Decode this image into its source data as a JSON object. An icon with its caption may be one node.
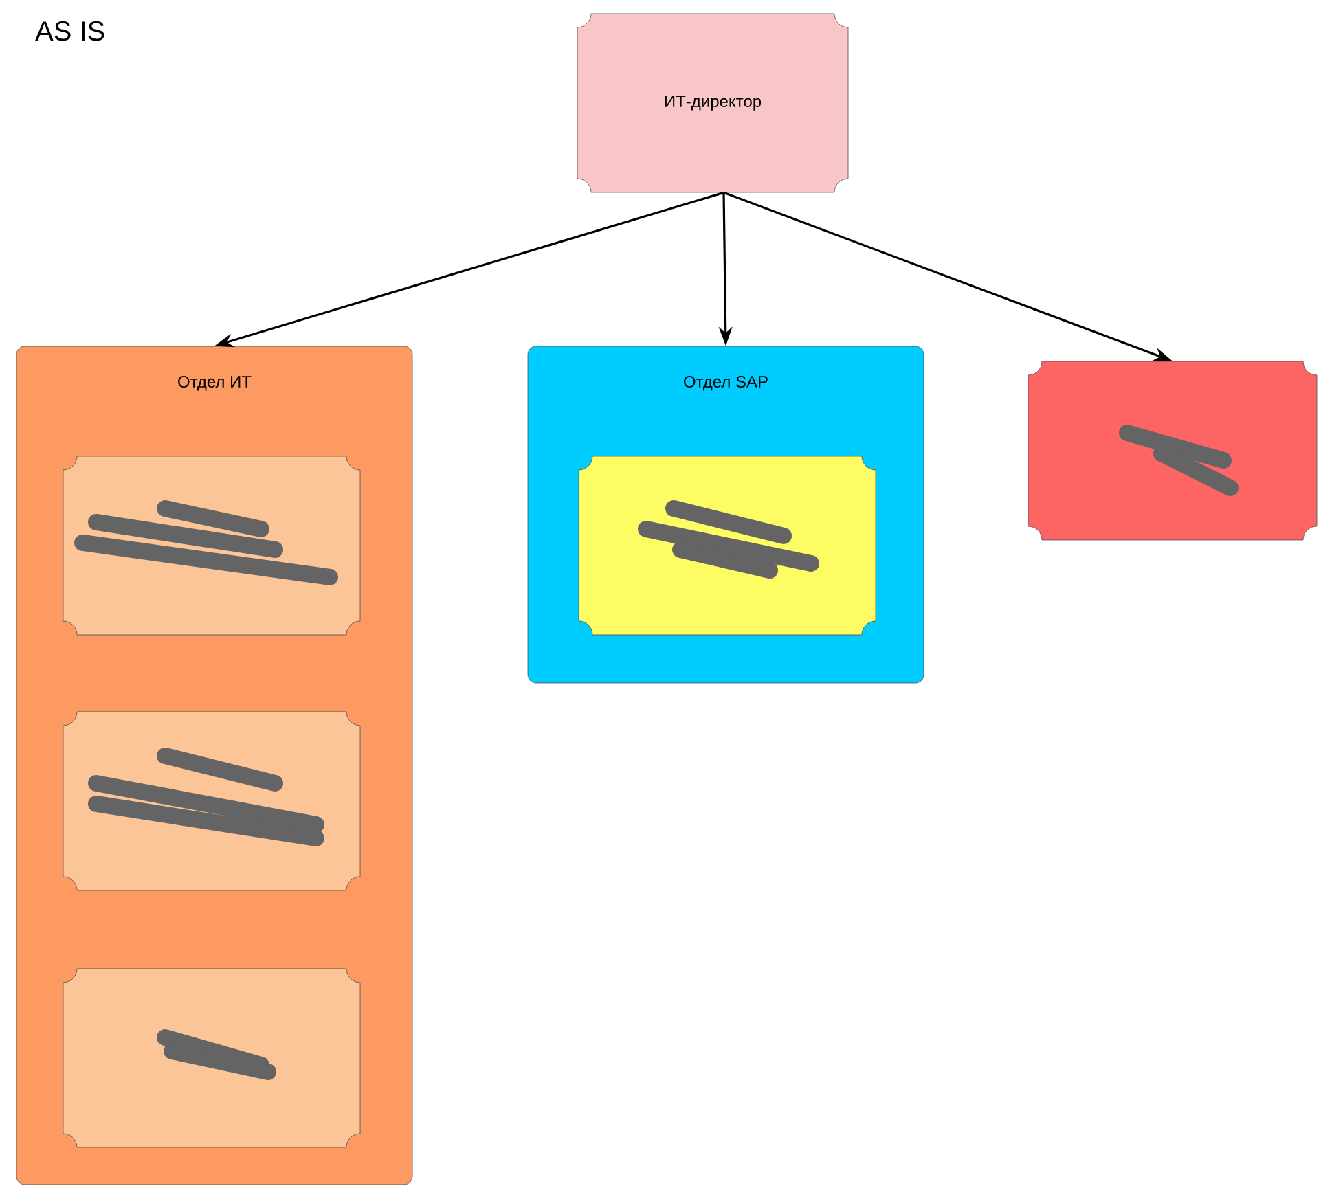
{
  "diagram": {
    "title": "AS IS",
    "nodes": [
      {
        "text": [
          "ИТ-директор"
        ]
      },
      {
        "text": [
          "Отдел ИТ"
        ]
      },
      {
        "text": [],
        "shape": "box",
        "in": 1
      },
      {
        "text": [],
        "shape": "box",
        "in": 1
      },
      {
        "text": [],
        "shape": "box",
        "in": 1
      },
      {
        "text": [
          "Отдел SAP"
        ]
      },
      {
        "text": [],
        "shape": "box",
        "in": 5
      },
      {
        "text": [],
        "shape": "box"
      }
    ],
    "edges": [
      {
        "from": 0,
        "to": 1,
        "arrow": "to"
      },
      {
        "from": 0,
        "to": 5,
        "arrow": "to"
      },
      {
        "from": 0,
        "to": 7,
        "arrow": "to"
      }
    ]
  }
}
